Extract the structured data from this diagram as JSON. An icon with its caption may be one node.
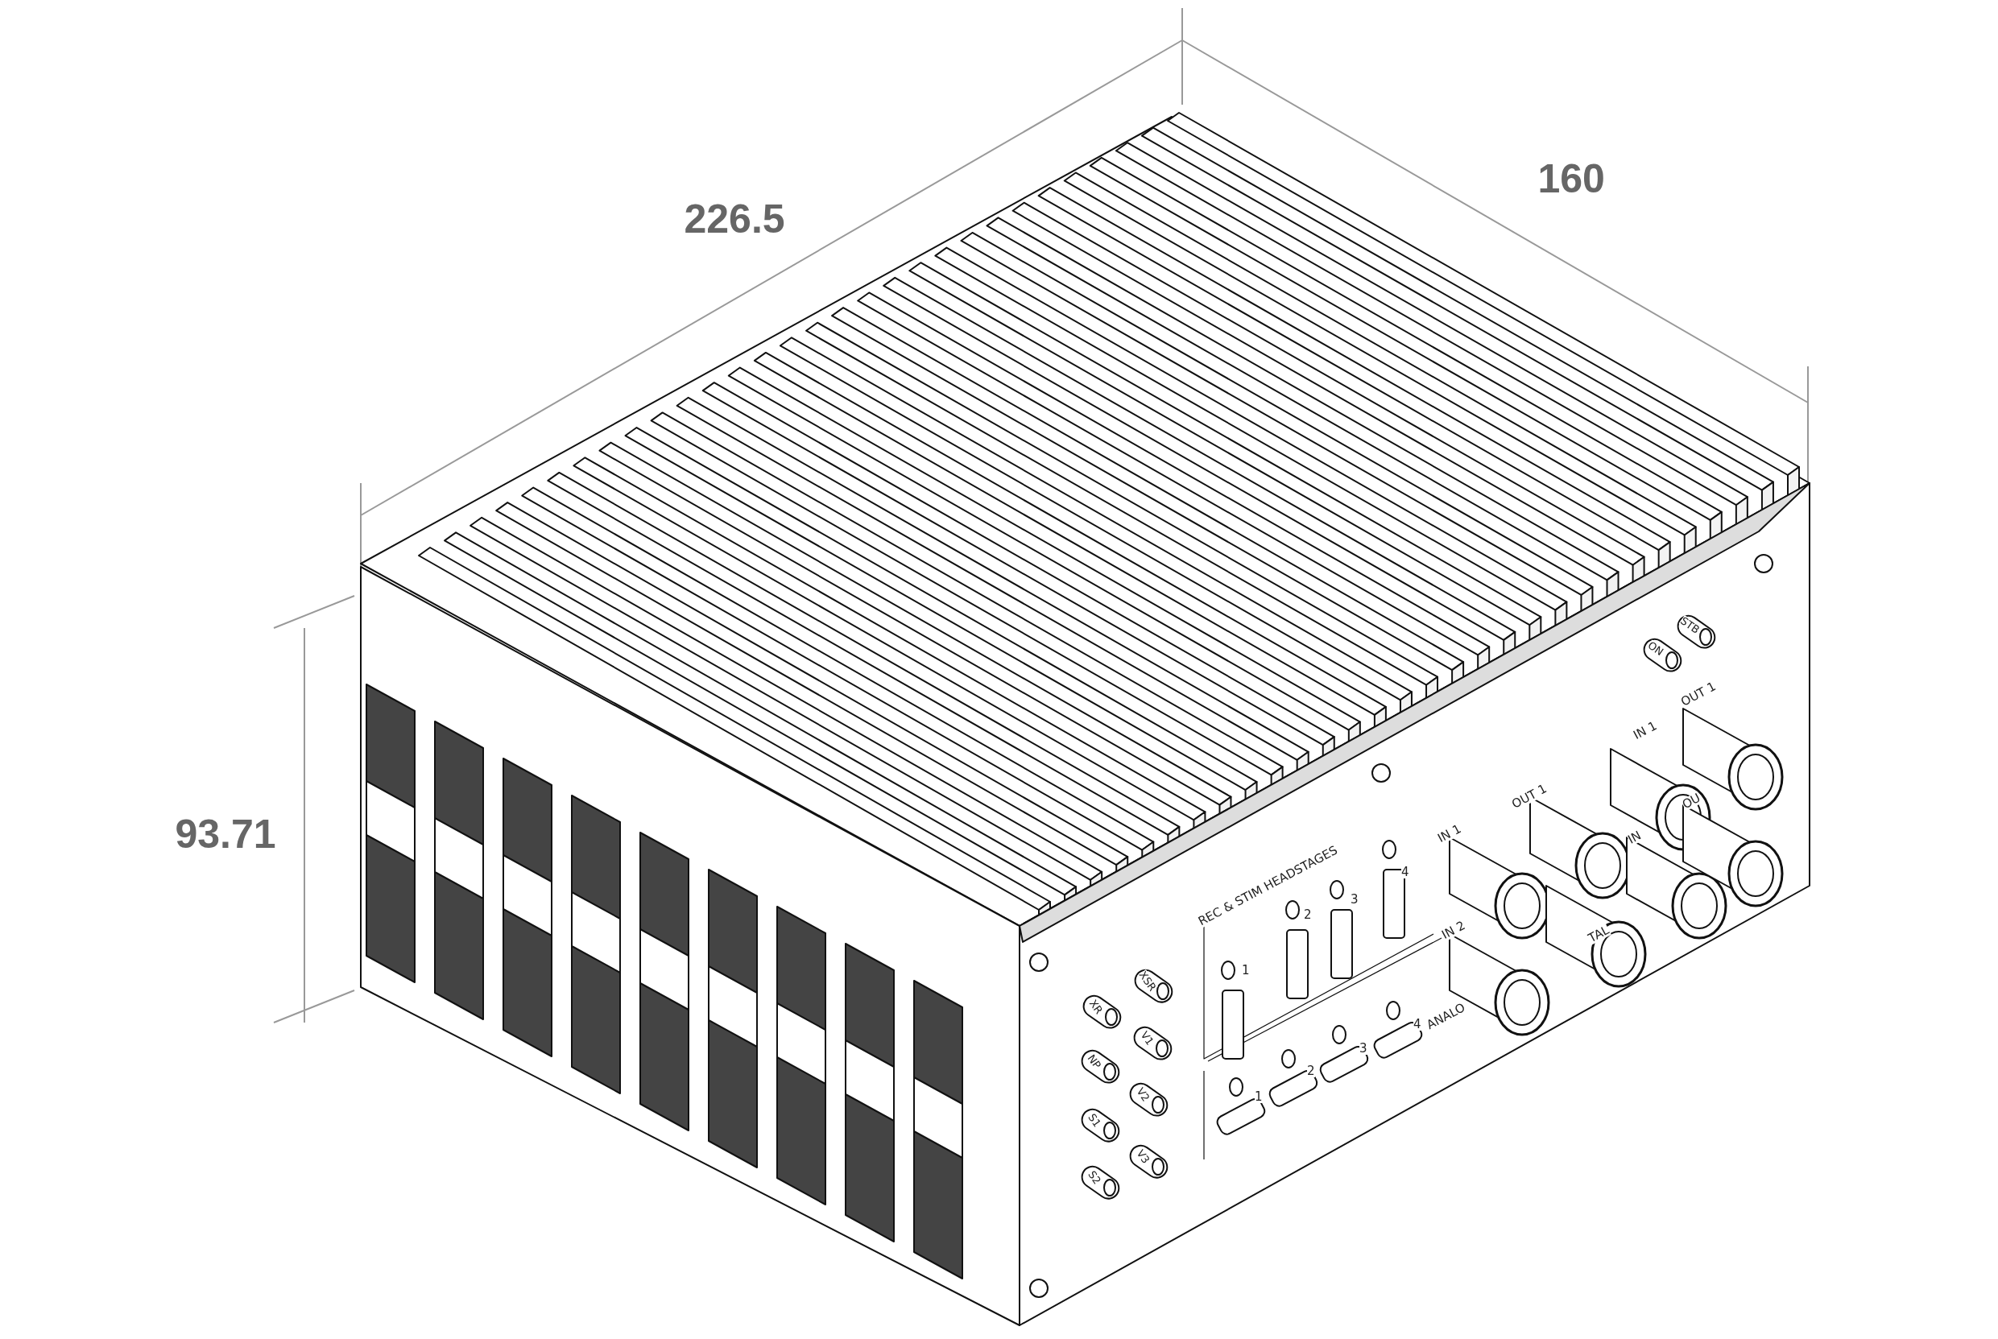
{
  "diagram": {
    "labels": [
      "226.5",
      "160",
      "93.71",
      "STB",
      "ON",
      "OUT 1",
      "IN 1",
      "OU",
      "IN",
      "OUT 1",
      "IN 1",
      "TAL",
      "IN 2",
      "ANALO",
      "REC & STIM HEADSTAGES",
      "4",
      "3",
      "2",
      "1",
      "4",
      "3",
      "2",
      "1",
      "XSR",
      "XR",
      "V1",
      "NP",
      "V2",
      "S1",
      "V3",
      "S2"
    ]
  }
}
